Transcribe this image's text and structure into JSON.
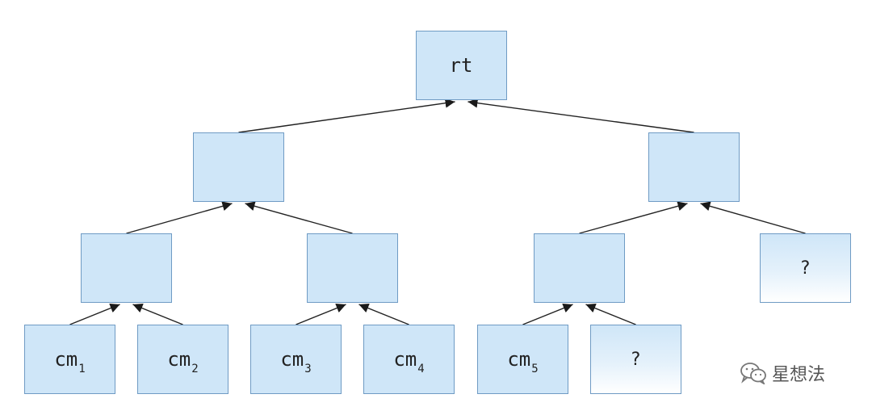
{
  "nodes": {
    "root": {
      "base": "rt",
      "sub": ""
    },
    "l1_left": {
      "base": "",
      "sub": ""
    },
    "l1_right": {
      "base": "",
      "sub": ""
    },
    "l2_a": {
      "base": "",
      "sub": ""
    },
    "l2_b": {
      "base": "",
      "sub": ""
    },
    "l2_c": {
      "base": "",
      "sub": ""
    },
    "l2_d": {
      "base": "?",
      "sub": ""
    },
    "leaf_1": {
      "base": "cm",
      "sub": "1"
    },
    "leaf_2": {
      "base": "cm",
      "sub": "2"
    },
    "leaf_3": {
      "base": "cm",
      "sub": "3"
    },
    "leaf_4": {
      "base": "cm",
      "sub": "4"
    },
    "leaf_5": {
      "base": "cm",
      "sub": "5"
    },
    "leaf_6": {
      "base": "?",
      "sub": ""
    }
  },
  "edges": [
    [
      "l1_left",
      "root"
    ],
    [
      "l1_right",
      "root"
    ],
    [
      "l2_a",
      "l1_left"
    ],
    [
      "l2_b",
      "l1_left"
    ],
    [
      "l2_c",
      "l1_right"
    ],
    [
      "l2_d",
      "l1_right"
    ],
    [
      "leaf_1",
      "l2_a"
    ],
    [
      "leaf_2",
      "l2_a"
    ],
    [
      "leaf_3",
      "l2_b"
    ],
    [
      "leaf_4",
      "l2_b"
    ],
    [
      "leaf_5",
      "l2_c"
    ],
    [
      "leaf_6",
      "l2_c"
    ]
  ],
  "colors": {
    "node_fill": "#cfe6f8",
    "node_border": "#6f9bc4",
    "edge": "#222222"
  },
  "watermark": {
    "text": "星想法",
    "icon": "wechat-icon"
  }
}
